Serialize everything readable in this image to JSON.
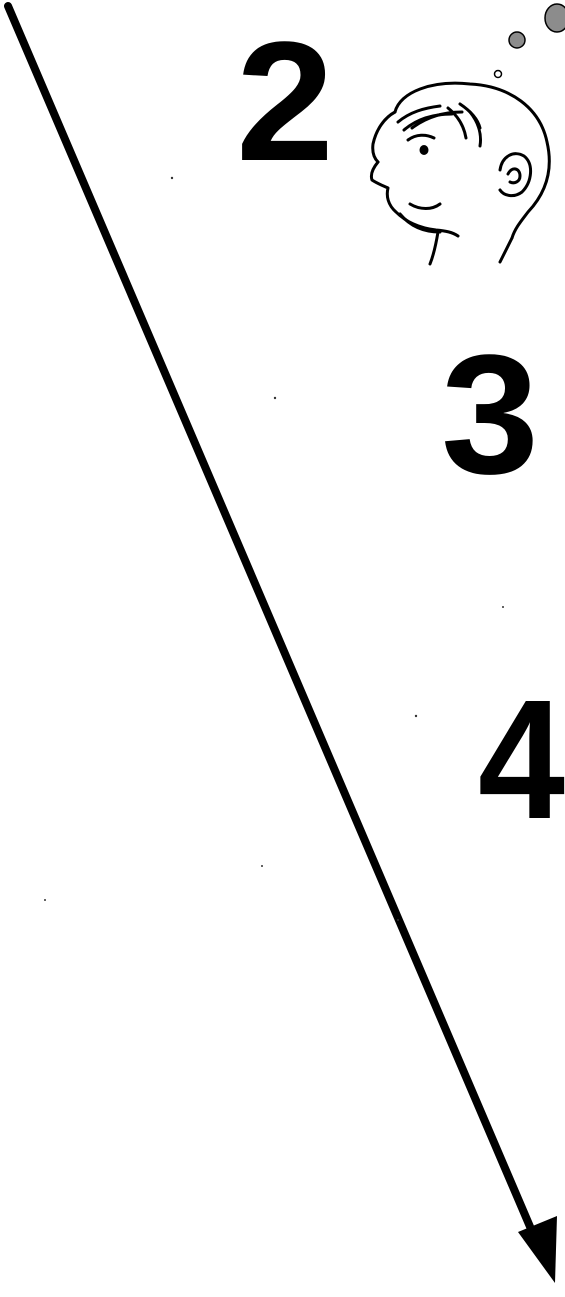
{
  "steps": [
    {
      "label": "2"
    },
    {
      "label": "3"
    },
    {
      "label": "4"
    }
  ],
  "icons": {
    "face": "thinking-face-icon",
    "thought_bubble": "thought-bubble-icon",
    "arrow": "down-right-arrow"
  },
  "colors": {
    "ink": "#000000",
    "background": "#ffffff",
    "bubble_fill": "#8c8c8c"
  }
}
